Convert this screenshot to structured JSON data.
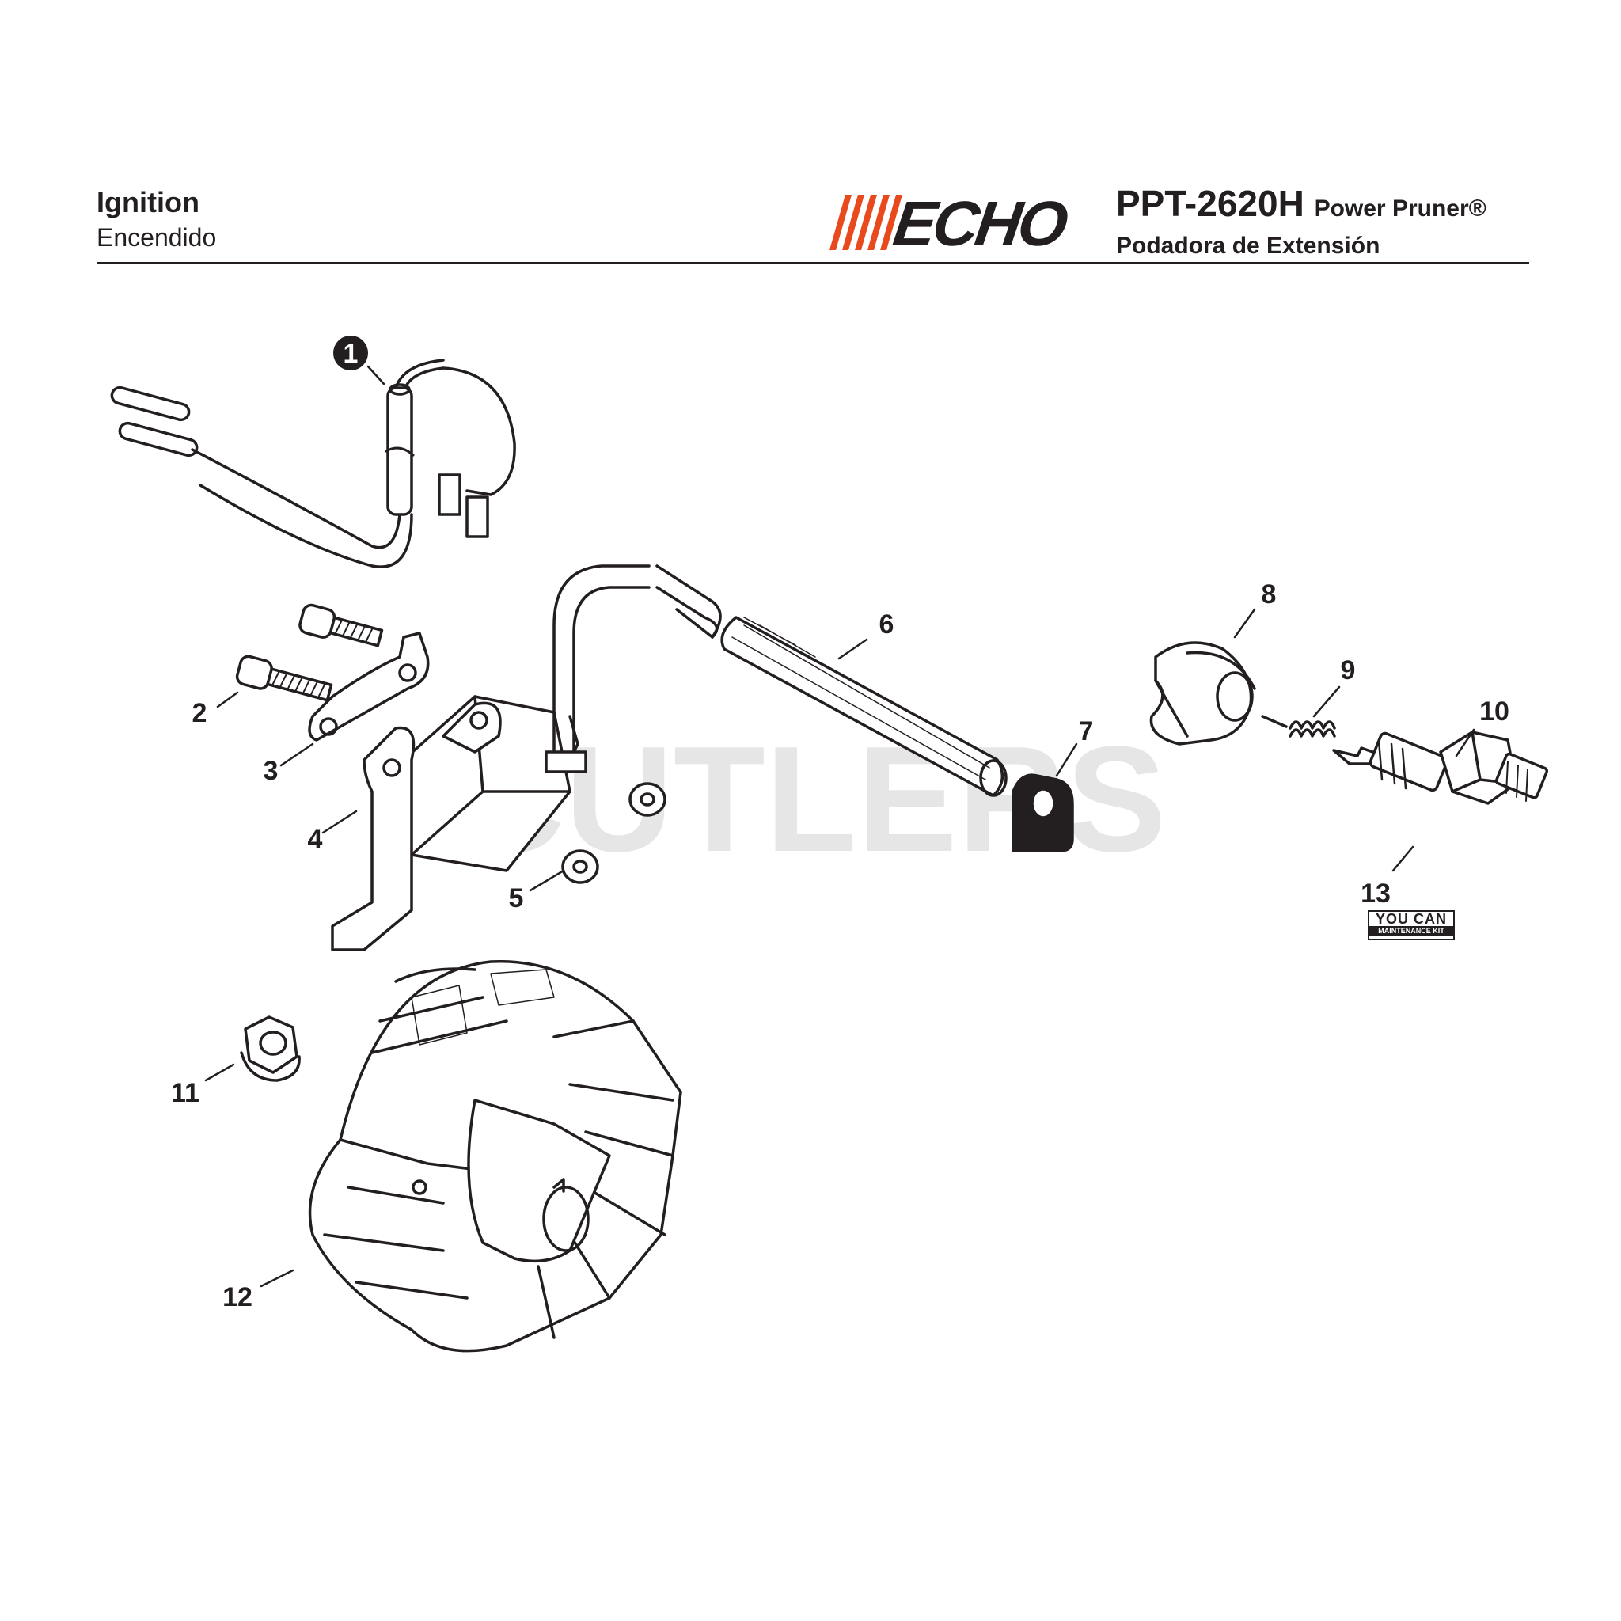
{
  "header": {
    "section_title": "Ignition",
    "section_subtitle": "Encendido",
    "brand": "ECHO",
    "model": "PPT-2620H",
    "model_desc": "Power Pruner®",
    "model_desc_es": "Podadora de Extensión"
  },
  "watermark": "CUTLERS",
  "badge": {
    "top": "YOU CAN",
    "bottom": "MAINTENANCE KIT"
  },
  "callouts": [
    "1",
    "2",
    "3",
    "4",
    "5",
    "6",
    "7",
    "8",
    "9",
    "10",
    "11",
    "12",
    "13"
  ],
  "colors": {
    "brand_orange": "#e8491d",
    "ink": "#231f20",
    "watermark": "#e6e6e6"
  }
}
